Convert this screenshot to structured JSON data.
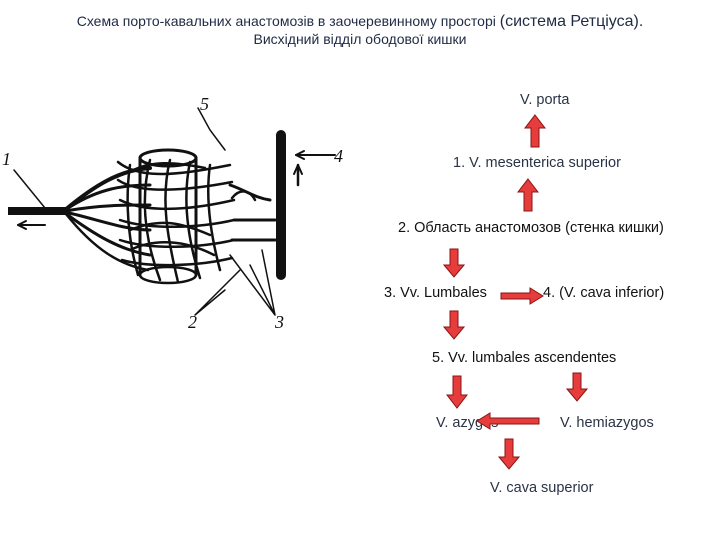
{
  "header": {
    "title_main": "Схема порто-кавальних анастомозів в заочеревинному просторі ",
    "title_paren": "(система Ретціуса).",
    "subtitle": "Висхідний відділ ободової кишки"
  },
  "figure": {
    "labels": [
      "1",
      "2",
      "3",
      "4",
      "5"
    ]
  },
  "flow": {
    "portal": "V. porta",
    "mesenterica": "1. V. mesenterica superior",
    "anastomosis": "2. Область анастомозов (стенка кишки)",
    "lumbales": "3. Vv. Lumbales",
    "cava_inferior": "4. (V. cava inferior)",
    "lumbales_asc": "5. Vv. lumbales ascendentes",
    "azygos": "V. azygos",
    "hemiazygos": "V. hemiazygos",
    "cava_superior": "V. cava superior"
  },
  "colors": {
    "arrow_fill": "#e63c3c",
    "arrow_stroke": "#8a1414",
    "title_text": "#1f2a44"
  }
}
